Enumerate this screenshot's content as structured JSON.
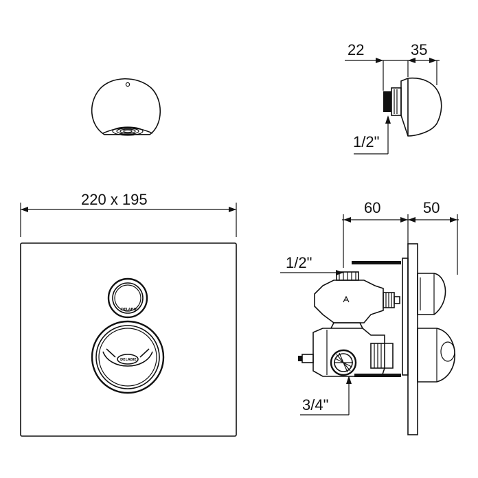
{
  "drawing": {
    "front_view": {
      "overall_dimension": "220 x 195",
      "brand_small_knob": "DELABIE",
      "brand_large_knob": "DELABIE"
    },
    "shower_head_side": {
      "dim_left": "22",
      "dim_right": "35",
      "inlet_size": "1/2\""
    },
    "valve_side": {
      "dim_left": "60",
      "dim_right": "50",
      "inlet_top": "1/2\"",
      "inlet_bottom": "3/4\""
    }
  }
}
